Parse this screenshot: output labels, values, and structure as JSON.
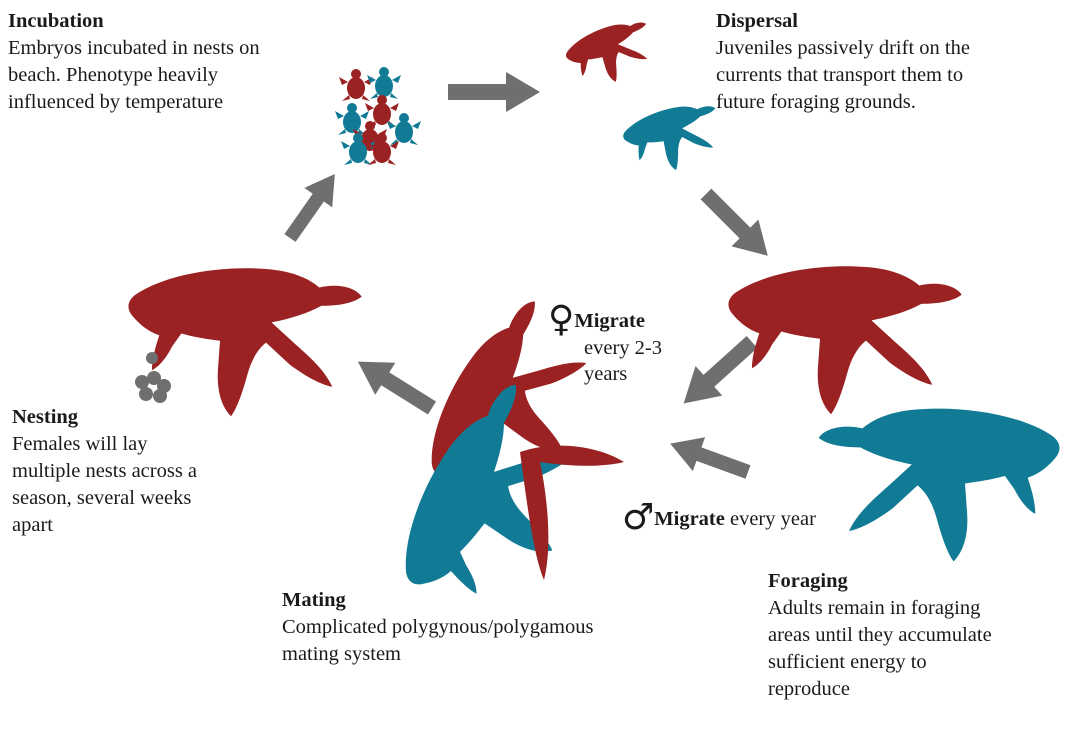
{
  "colors": {
    "red": "#9b2222",
    "teal": "#117b95",
    "arrow": "#6f6f6f"
  },
  "stages": {
    "incubation": {
      "title": "Incubation",
      "text": "Embryos incubated in nests on\nbeach. Phenotype heavily\ninfluenced by temperature"
    },
    "dispersal": {
      "title": "Dispersal",
      "text": "Juveniles passively drift on the\ncurrents that transport them to\nfuture foraging grounds."
    },
    "nesting": {
      "title": "Nesting",
      "text": "Females will lay\nmultiple nests across a\nseason, several weeks\napart"
    },
    "mating": {
      "title": "Mating",
      "text": "Complicated polygynous/polygamous\nmating system"
    },
    "foraging": {
      "title": "Foraging",
      "text": "Adults remain in foraging\nareas until they accumulate\nsufficient energy to\nreproduce"
    }
  },
  "migration": {
    "female": {
      "symbol": "♀",
      "label": "Migrate",
      "detail": "every 2-3\nyears"
    },
    "male": {
      "symbol": "♂",
      "label": "Migrate",
      "detail": " every year"
    }
  }
}
